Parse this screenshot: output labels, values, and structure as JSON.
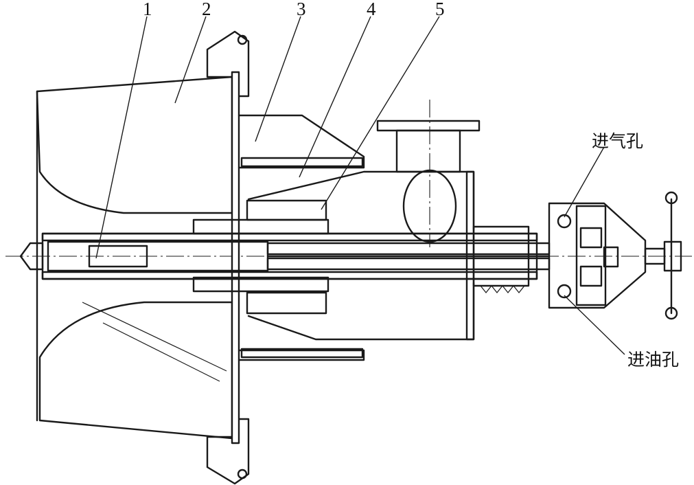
{
  "part_labels": [
    "1",
    "2",
    "3",
    "4",
    "5"
  ],
  "annotations": {
    "air_hole": "进气孔",
    "oil_hole": "进油孔"
  }
}
